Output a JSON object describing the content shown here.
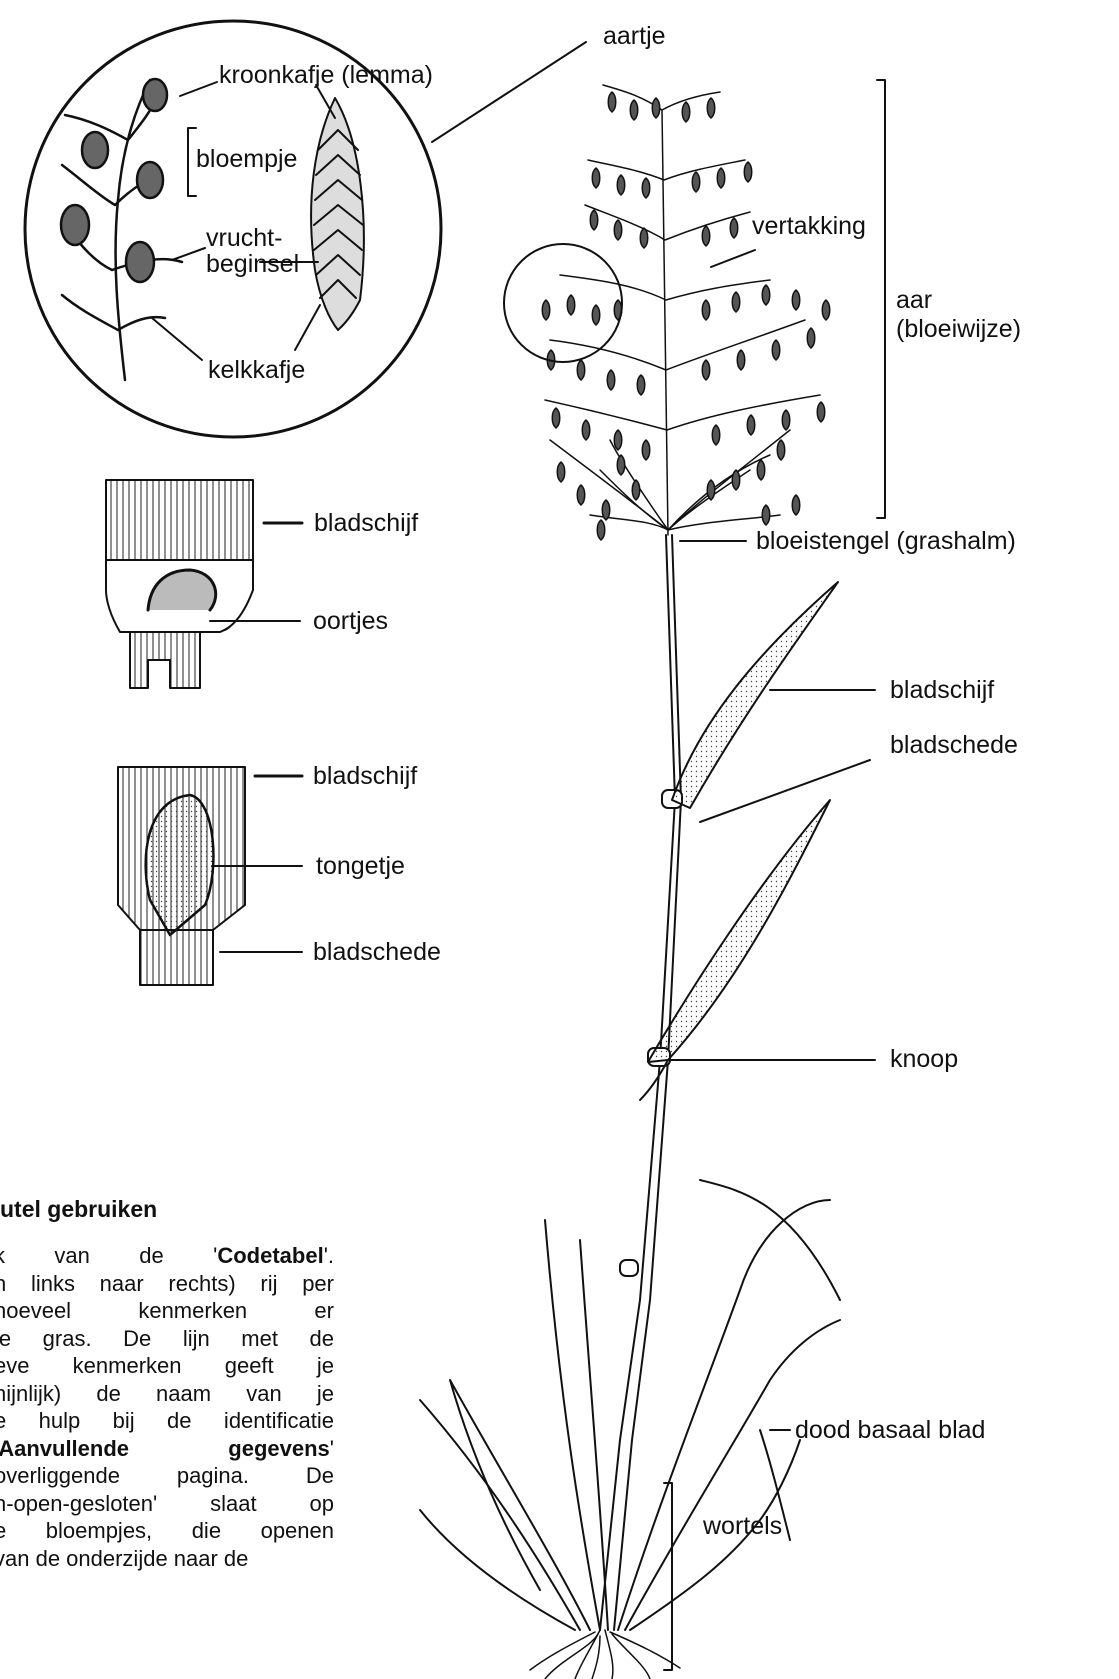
{
  "labels": {
    "aartje": "aartje",
    "kroonkafje": "kroonkafje (lemma)",
    "bloempje": "bloempje",
    "vruchtbeginsel_1": "vrucht-",
    "vruchtbeginsel_2": "beginsel",
    "kelkkafje": "kelkkafje",
    "vertakking": "vertakking",
    "aar_1": "aar",
    "aar_2": "(bloeiwijze)",
    "bloeistengel": "bloeistengel (grashalm)",
    "bladschijf_upper": "bladschijf",
    "oortjes": "oortjes",
    "bladschijf_middle": "bladschijf",
    "tongetje": "tongetje",
    "bladschede_left": "bladschede",
    "bladschijf_right": "bladschijf",
    "bladschede_right": "bladschede",
    "knoop": "knoop",
    "dood_basaal_blad": "dood basaal blad",
    "wortels": "wortels"
  },
  "text_block": {
    "heading": "utel gebruiken",
    "lines": [
      {
        "pre": "k van de '",
        "bold": "Codetabel",
        "post": "'."
      },
      {
        "pre": "n links naar rechts) rij per",
        "bold": "",
        "post": ""
      },
      {
        "pre": "hoeveel kenmerken er",
        "bold": "",
        "post": ""
      },
      {
        "pre": "je gras. De lijn met de",
        "bold": "",
        "post": ""
      },
      {
        "pre": "eve kenmerken geeft je",
        "bold": "",
        "post": ""
      },
      {
        "pre": "hijnlijk) de naam van je",
        "bold": "",
        "post": ""
      },
      {
        "pre": "e hulp bij de identificatie",
        "bold": "",
        "post": ""
      },
      {
        "pre": "'",
        "bold": "Aanvullende gegevens",
        "post": "'"
      },
      {
        "pre": "overliggende pagina. De",
        "bold": "",
        "post": ""
      },
      {
        "pre": "n-open-gesloten' slaat op",
        "bold": "",
        "post": ""
      },
      {
        "pre": "e bloempjes, die openen",
        "bold": "",
        "post": ""
      },
      {
        "pre": "van de onderzijde naar de",
        "bold": "",
        "post": ""
      }
    ]
  },
  "colors": {
    "ink": "#111111",
    "paper": "#ffffff"
  }
}
